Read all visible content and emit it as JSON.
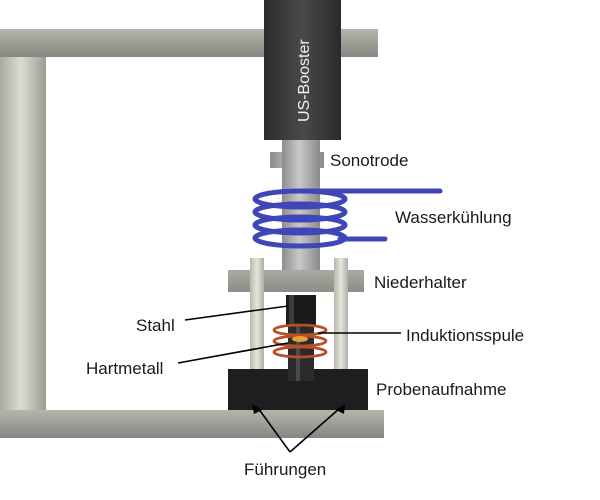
{
  "labels": {
    "booster": "US-Booster",
    "sonotrode": "Sonotrode",
    "cooling": "Wasserkühlung",
    "holder": "Niederhalter",
    "steel": "Stahl",
    "coil": "Induktionsspule",
    "carbide": "Hartmetall",
    "fixture": "Probenaufnahme",
    "guides": "Führungen"
  },
  "colors": {
    "frame_grey": "#9a9a93",
    "booster_dark": "#3c3c3c",
    "cooling_blue": "#3f46b8",
    "coil_copper": "#b4502a",
    "fixture_black": "#1e1e1e"
  }
}
